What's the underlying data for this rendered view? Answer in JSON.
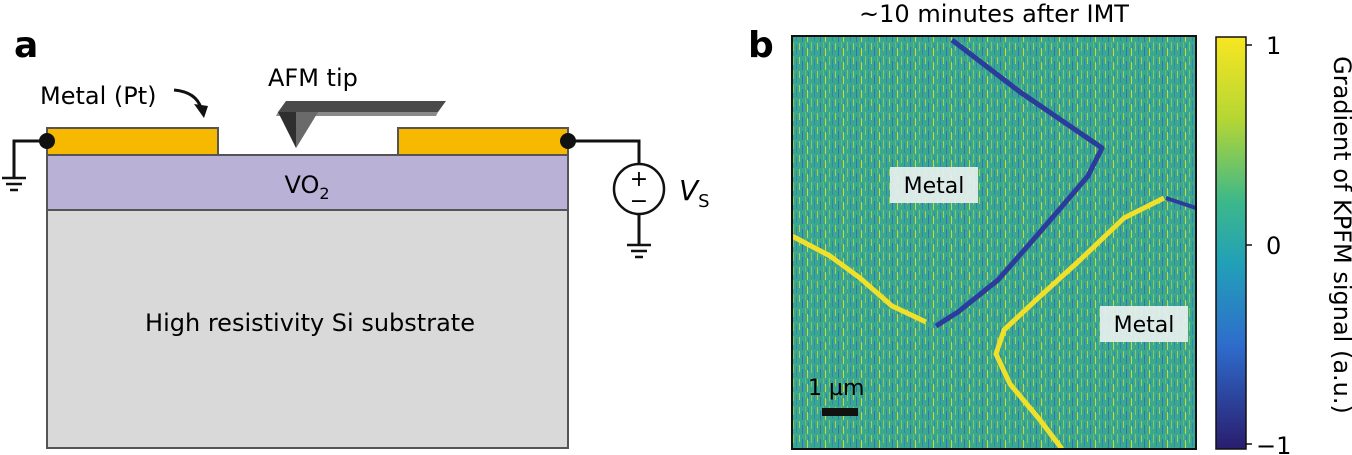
{
  "panel_a": {
    "label": "a",
    "metal_label": "Metal (Pt)",
    "afm_label": "AFM tip",
    "vo2_label": "VO",
    "vo2_subscript": "2",
    "substrate_label": "High resistivity Si substrate",
    "source_plus": "+",
    "source_minus": "−",
    "vs_symbol": "V",
    "vs_subscript": "S",
    "colors": {
      "metal": "#f6b900",
      "vo2": "#bab2d6",
      "substrate": "#d9d9d9",
      "tip": "#4a4a4a"
    }
  },
  "panel_b": {
    "label": "b",
    "title": "~10 minutes after IMT",
    "region_labels": [
      "Metal",
      "Metal"
    ],
    "scalebar_label": "1 µm",
    "colorbar": {
      "label": "Gradient of KPFM signal (a.u.)",
      "ticks": [
        "1",
        "0",
        "−1"
      ],
      "colors": [
        "#f8e621",
        "#4ec16e",
        "#23a184",
        "#2b81b7",
        "#3b4fa0",
        "#2a1d6e"
      ]
    },
    "colors": {
      "map_base": "#3aa78e",
      "wall_yellow": "#f0e02a",
      "wall_blue": "#2b3c9c"
    }
  }
}
